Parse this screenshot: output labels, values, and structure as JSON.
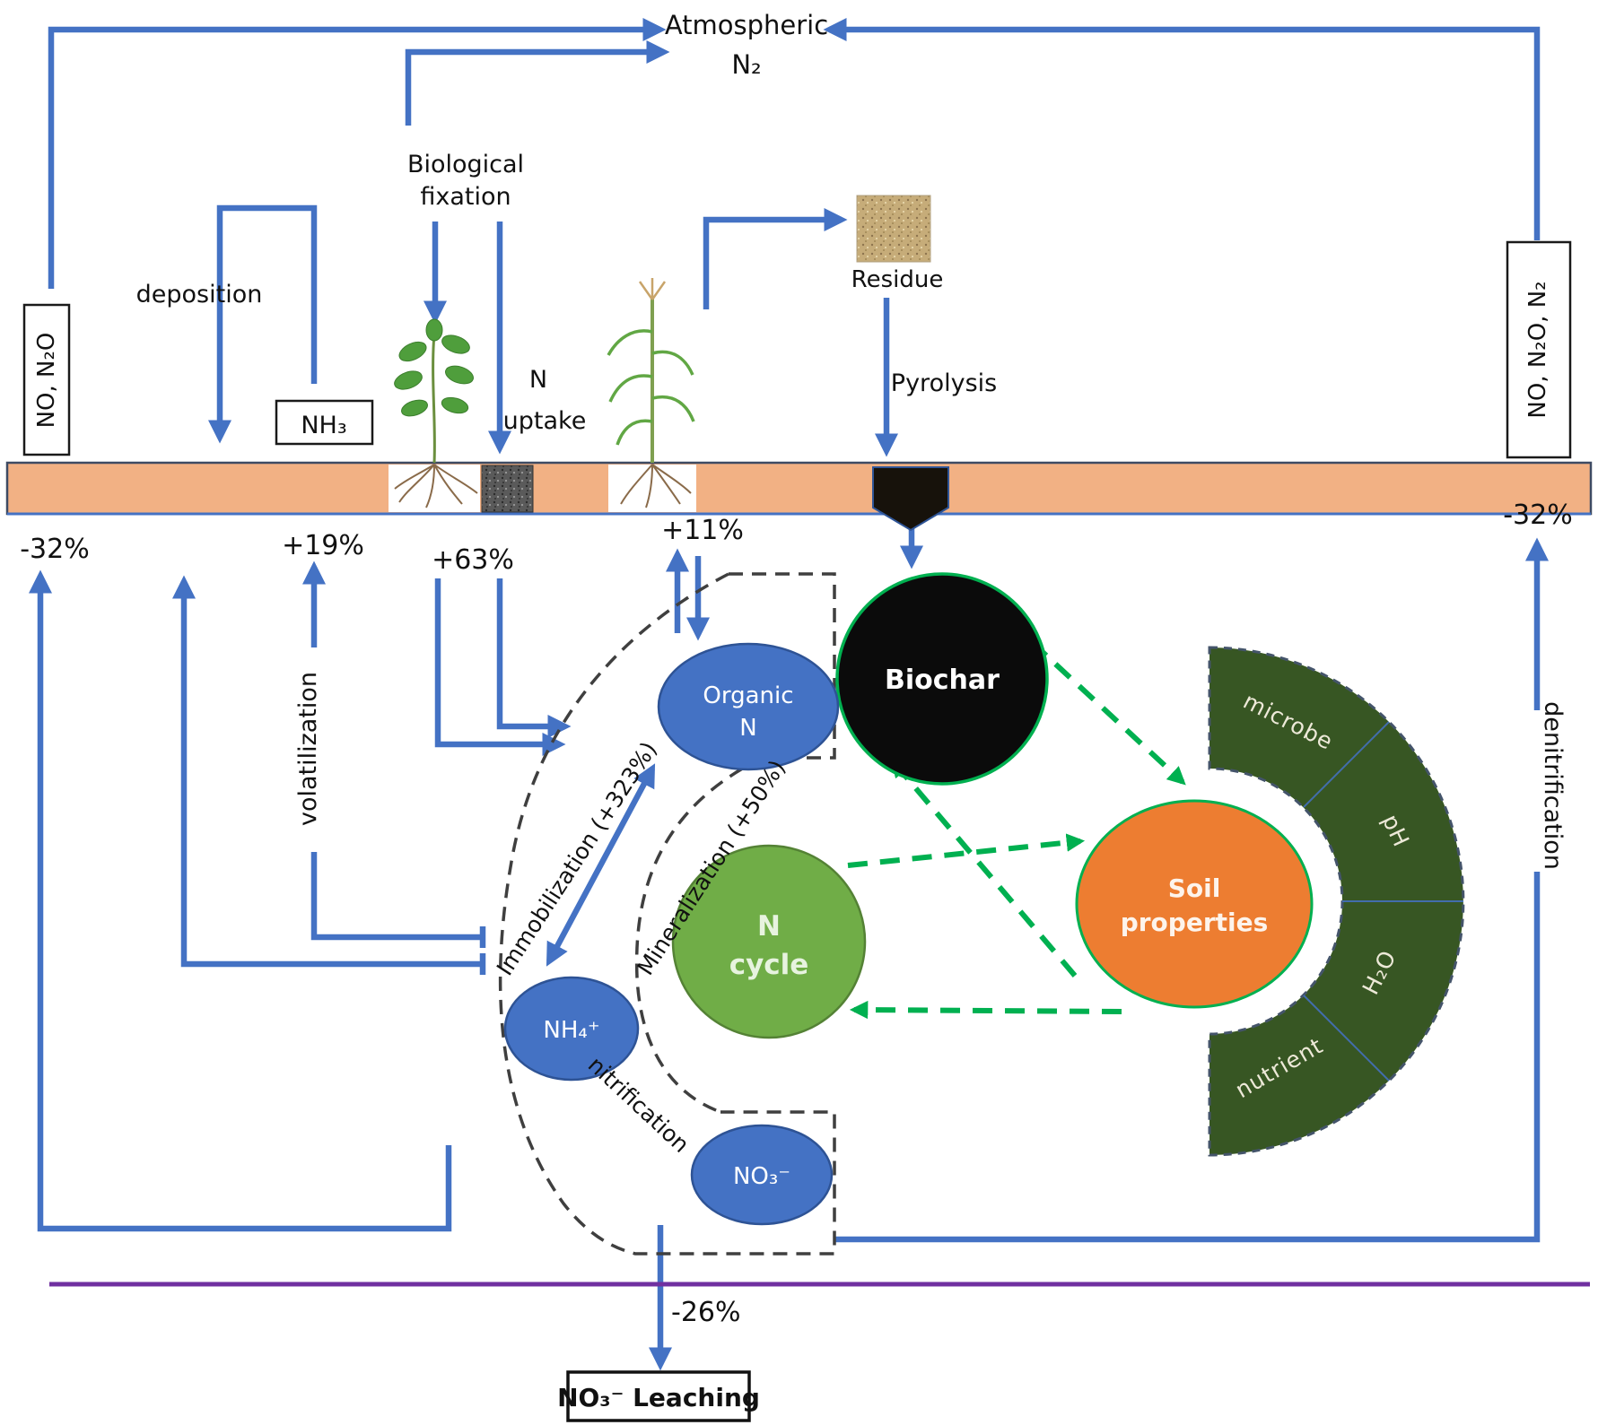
{
  "atmosphere": {
    "line1": "Atmospheric",
    "line2": "N₂"
  },
  "soil_inputs": {
    "left_gas_box": "NO, N₂O",
    "deposition": "deposition",
    "nh3_box": "NH₃",
    "biological_fixation_line1": "Biological",
    "biological_fixation_line2": "fixation",
    "n_uptake_line1": "N",
    "n_uptake_line2": "uptake",
    "residue": "Residue",
    "pyrolysis": "Pyrolysis",
    "right_gas_box": "NO, N₂O, N₂"
  },
  "percentages": {
    "left_gas_loss": "-32%",
    "volatilization": "+19%",
    "fixation": "+63%",
    "uptake": "+11%",
    "denitrification_loss": "-32%",
    "leaching": "-26%"
  },
  "processes": {
    "volatilization": "volatilization",
    "denitrification": "denitrification",
    "nitrification": "nitrification",
    "immobilization": "Immobilization (+323%)",
    "mineralization": "Mineralization (+50%)"
  },
  "nodes": {
    "organic_n_line1": "Organic",
    "organic_n_line2": "N",
    "nh4": "NH₄⁺",
    "no3": "NO₃⁻",
    "n_cycle_line1": "N",
    "n_cycle_line2": "cycle",
    "biochar": "Biochar",
    "soil_properties_line1": "Soil",
    "soil_properties_line2": "properties"
  },
  "soil_ring": {
    "segments": [
      "microbe",
      "pH",
      "H₂O",
      "nutrient"
    ]
  },
  "leaching_box": "NO₃⁻ Leaching",
  "colors": {
    "arrow_blue": "#4472C4",
    "dashed_green": "#00B050",
    "node_blue": "#4472C4",
    "n_cycle_green": "#70AD47",
    "biochar_black": "#0B0B0B",
    "soil_properties_orange": "#ED7D31",
    "ring_dark_green": "#375623",
    "soil_bar": "#F2B184",
    "purple_line": "#7030A0"
  }
}
